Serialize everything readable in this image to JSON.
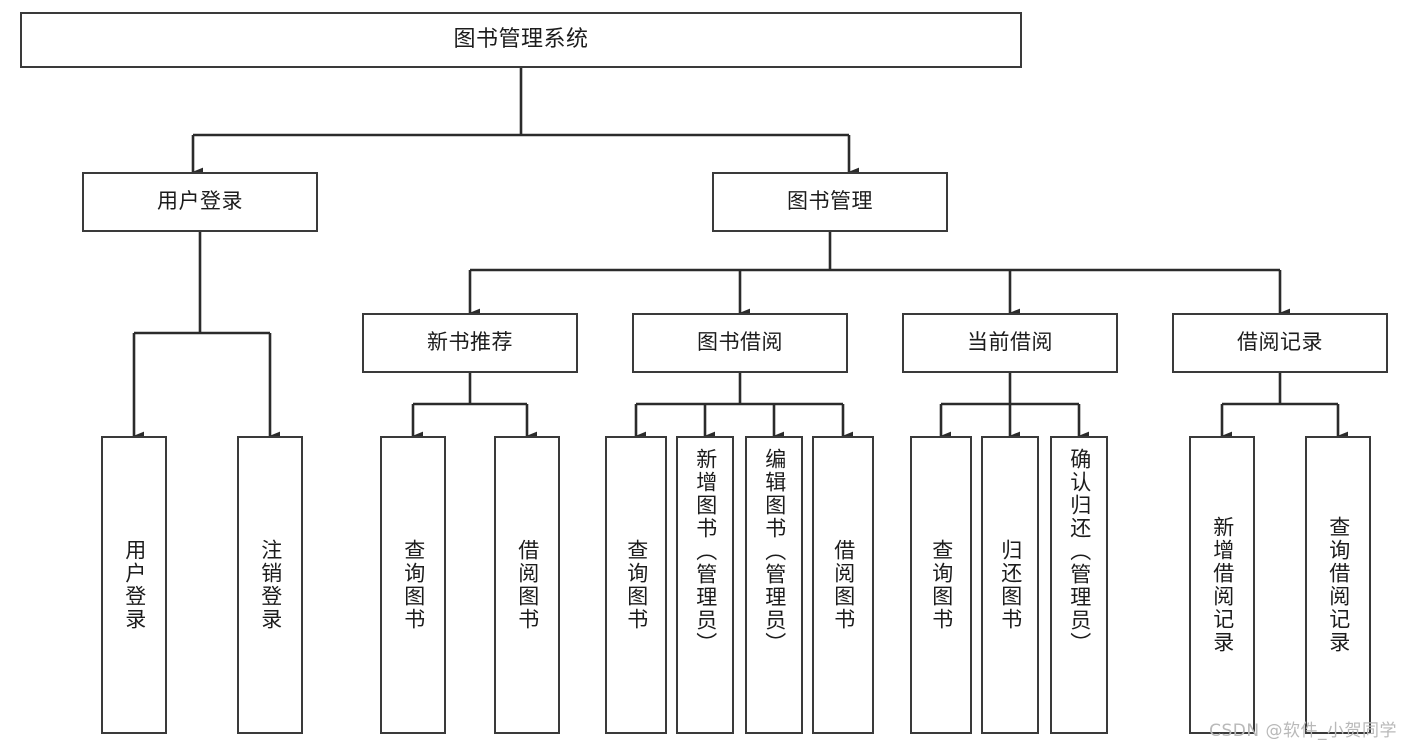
{
  "diagram": {
    "title": "图书管理系统",
    "type": "tree",
    "watermark": "CSDN @软件_小贺同学",
    "colors": {
      "background": "#ffffff",
      "box_border": "#3a3a3a",
      "box_fill": "#ffffff",
      "text": "#1c1c1c",
      "edge": "#2b2b2b",
      "watermark": "#b9b9b9"
    },
    "root": {
      "label": "图书管理系统"
    },
    "level2": [
      {
        "label": "用户登录"
      },
      {
        "label": "图书管理"
      }
    ],
    "level3": [
      {
        "label": "新书推荐"
      },
      {
        "label": "图书借阅"
      },
      {
        "label": "当前借阅"
      },
      {
        "label": "借阅记录"
      }
    ],
    "leaves": {
      "user_login": [
        {
          "label": "用户登录"
        },
        {
          "label": "注销登录"
        }
      ],
      "new_book": [
        {
          "label": "查询图书"
        },
        {
          "label": "借阅图书"
        }
      ],
      "book_borrow": [
        {
          "label": "查询图书"
        },
        {
          "label": "新增图书（管理员）"
        },
        {
          "label": "编辑图书（管理员）"
        },
        {
          "label": "借阅图书"
        }
      ],
      "current_borrow": [
        {
          "label": "查询图书"
        },
        {
          "label": "归还图书"
        },
        {
          "label": "确认归还（管理员）"
        }
      ],
      "borrow_record": [
        {
          "label": "新增借阅记录"
        },
        {
          "label": "查询借阅记录"
        }
      ]
    }
  }
}
